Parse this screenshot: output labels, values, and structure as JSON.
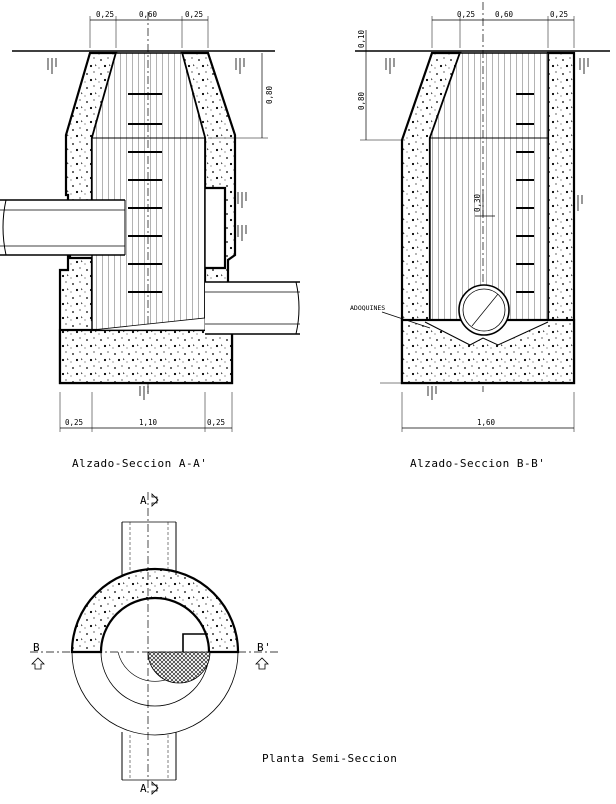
{
  "views": {
    "section_a": {
      "caption": "Alzado-Seccion A-A'",
      "dims_top": [
        "0,25",
        "0,60",
        "0,25"
      ],
      "dim_side": "0,80",
      "dims_bottom": [
        "0,25",
        "1,10",
        "0,25"
      ]
    },
    "section_b": {
      "caption": "Alzado-Seccion B-B'",
      "dims_top": [
        "0,25",
        "0,60",
        "0,25"
      ],
      "dims_left": [
        "0,10",
        "0,80"
      ],
      "dim_mid": "0,30",
      "dim_bottom": "1,60",
      "label_adoquines": "ADOQUINES"
    },
    "plan": {
      "caption": "Planta Semi-Seccion",
      "label_b_left": "B",
      "label_b_right": "B'",
      "label_a_top": "A",
      "label_a_bottom": "A"
    }
  }
}
